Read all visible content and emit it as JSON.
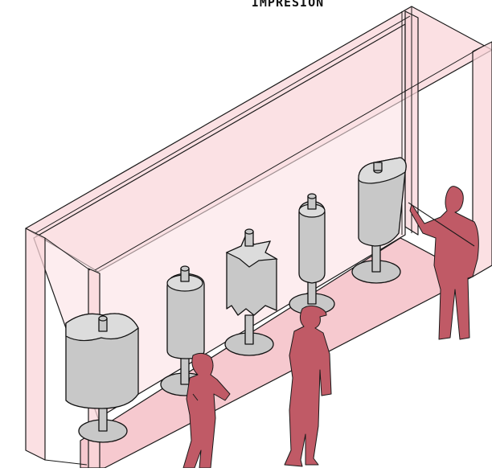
{
  "title": "IMPRESIÓN",
  "scene": {
    "display_case": {
      "shape": "open-front-glass-box",
      "color": "#f9d5da"
    },
    "models": [
      {
        "shape": "wavy-block"
      },
      {
        "shape": "rounded-cylinder"
      },
      {
        "shape": "star-prism"
      },
      {
        "shape": "tall-capsule"
      },
      {
        "shape": "teardrop-prism"
      }
    ],
    "visitors": {
      "count": 3,
      "color": "#c05a66"
    },
    "colors": {
      "model": "#c8c8c8",
      "visitor": "#c05a66",
      "case": "#f9d5da"
    }
  }
}
